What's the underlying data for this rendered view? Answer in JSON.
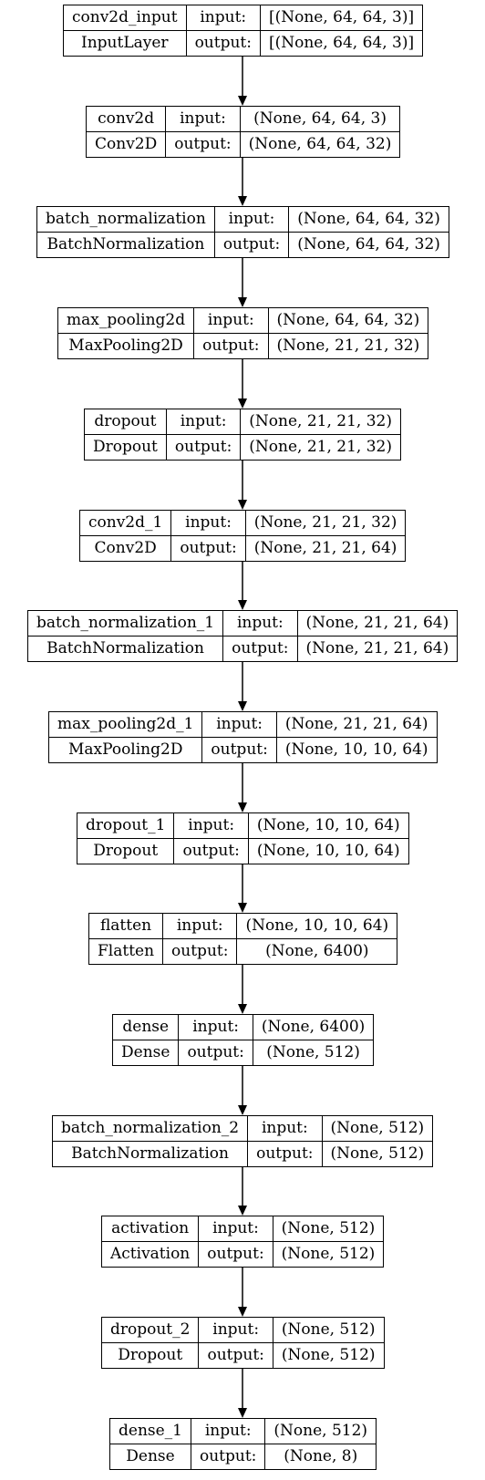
{
  "labels": {
    "input": "input:",
    "output": "output:"
  },
  "layers": [
    {
      "name": "conv2d_input",
      "type": "InputLayer",
      "input_shape": "[(None, 64, 64, 3)]",
      "output_shape": "[(None, 64, 64, 3)]"
    },
    {
      "name": "conv2d",
      "type": "Conv2D",
      "input_shape": "(None, 64, 64, 3)",
      "output_shape": "(None, 64, 64, 32)"
    },
    {
      "name": "batch_normalization",
      "type": "BatchNormalization",
      "input_shape": "(None, 64, 64, 32)",
      "output_shape": "(None, 64, 64, 32)"
    },
    {
      "name": "max_pooling2d",
      "type": "MaxPooling2D",
      "input_shape": "(None, 64, 64, 32)",
      "output_shape": "(None, 21, 21, 32)"
    },
    {
      "name": "dropout",
      "type": "Dropout",
      "input_shape": "(None, 21, 21, 32)",
      "output_shape": "(None, 21, 21, 32)"
    },
    {
      "name": "conv2d_1",
      "type": "Conv2D",
      "input_shape": "(None, 21, 21, 32)",
      "output_shape": "(None, 21, 21, 64)"
    },
    {
      "name": "batch_normalization_1",
      "type": "BatchNormalization",
      "input_shape": "(None, 21, 21, 64)",
      "output_shape": "(None, 21, 21, 64)"
    },
    {
      "name": "max_pooling2d_1",
      "type": "MaxPooling2D",
      "input_shape": "(None, 21, 21, 64)",
      "output_shape": "(None, 10, 10, 64)"
    },
    {
      "name": "dropout_1",
      "type": "Dropout",
      "input_shape": "(None, 10, 10, 64)",
      "output_shape": "(None, 10, 10, 64)"
    },
    {
      "name": "flatten",
      "type": "Flatten",
      "input_shape": "(None, 10, 10, 64)",
      "output_shape": "(None, 6400)"
    },
    {
      "name": "dense",
      "type": "Dense",
      "input_shape": "(None, 6400)",
      "output_shape": "(None, 512)"
    },
    {
      "name": "batch_normalization_2",
      "type": "BatchNormalization",
      "input_shape": "(None, 512)",
      "output_shape": "(None, 512)"
    },
    {
      "name": "activation",
      "type": "Activation",
      "input_shape": "(None, 512)",
      "output_shape": "(None, 512)"
    },
    {
      "name": "dropout_2",
      "type": "Dropout",
      "input_shape": "(None, 512)",
      "output_shape": "(None, 512)"
    },
    {
      "name": "dense_1",
      "type": "Dense",
      "input_shape": "(None, 512)",
      "output_shape": "(None, 8)"
    }
  ]
}
